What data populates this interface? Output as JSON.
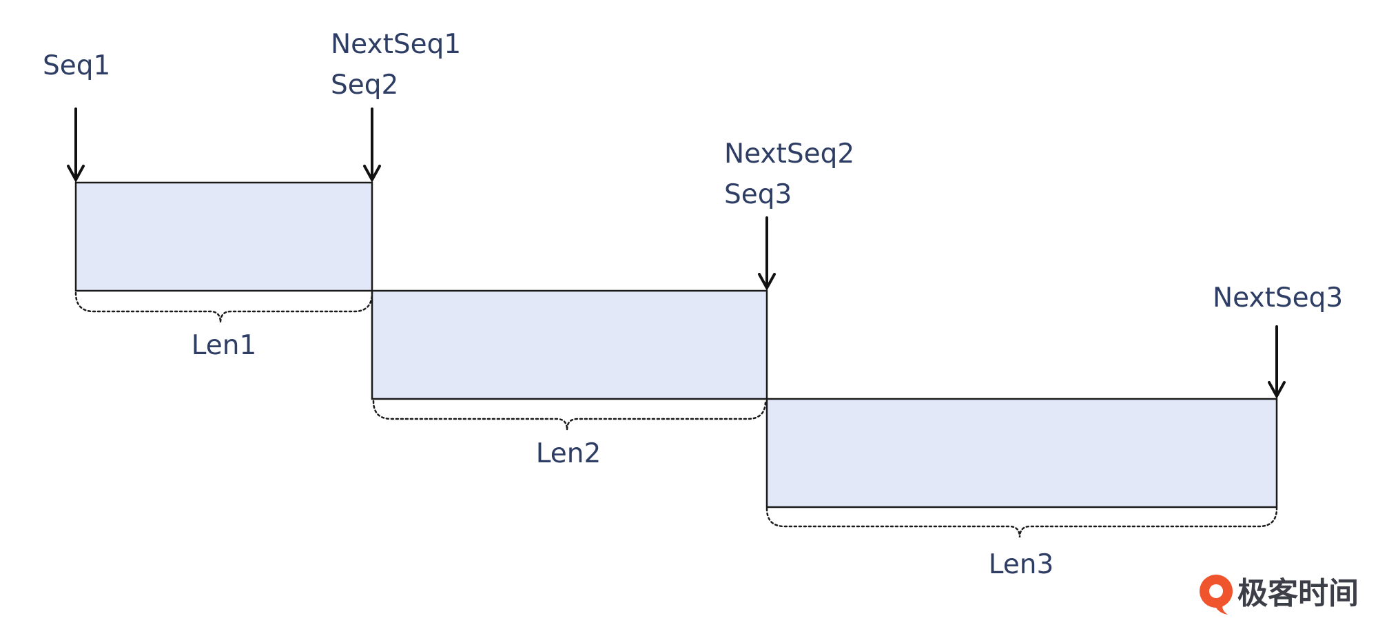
{
  "diagram": {
    "segments": [
      {
        "start_label": "Seq1",
        "end_label": "NextSeq1",
        "length_label": "Len1"
      },
      {
        "start_label": "Seq2",
        "end_label": "NextSeq2",
        "length_label": "Len2"
      },
      {
        "start_label": "Seq3",
        "end_label": "NextSeq3",
        "length_label": "Len3"
      }
    ],
    "colors": {
      "segment_fill": "#e2e8f7",
      "segment_stroke": "#1a1a1a",
      "text": "#2e3d63",
      "arrow": "#111111",
      "logo_accent": "#f0542c"
    }
  },
  "logo": {
    "text": "极客时间",
    "icon": "geektime-logo-icon"
  }
}
